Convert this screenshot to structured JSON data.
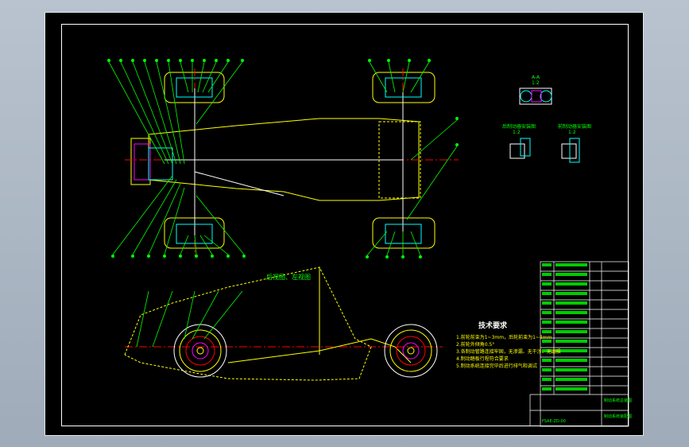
{
  "drawing": {
    "main_title": "后视图、左视图",
    "tech_requirements_title": "技术要求",
    "notes": [
      "1.前轮前束为1~3mm，后轮前束为1~4mm",
      "2.前轮外倾角0.5°",
      "3.各制动管路连接牢固，无渗漏、无干涉、无磨损",
      "4.制动踏板行程符合要求",
      "5.制动系统连接完毕后进行排气和调试"
    ],
    "section_labels": [
      "A-A",
      "后制动器安装图",
      "前制动器安装图"
    ],
    "section_scales": [
      "1:2",
      "1:2",
      "1:2"
    ],
    "title_block": {
      "project": "制动系统总装图",
      "drawing_name": "制动系统装配图",
      "number": "FSAE-ZD-00"
    }
  },
  "colors": {
    "background": "#000000",
    "frame": "#ffffff",
    "leader": "#00ff00",
    "outline": "#ffff00",
    "center_line": "#ff0000",
    "detail": "#ff00ff",
    "accent": "#00ffff"
  }
}
